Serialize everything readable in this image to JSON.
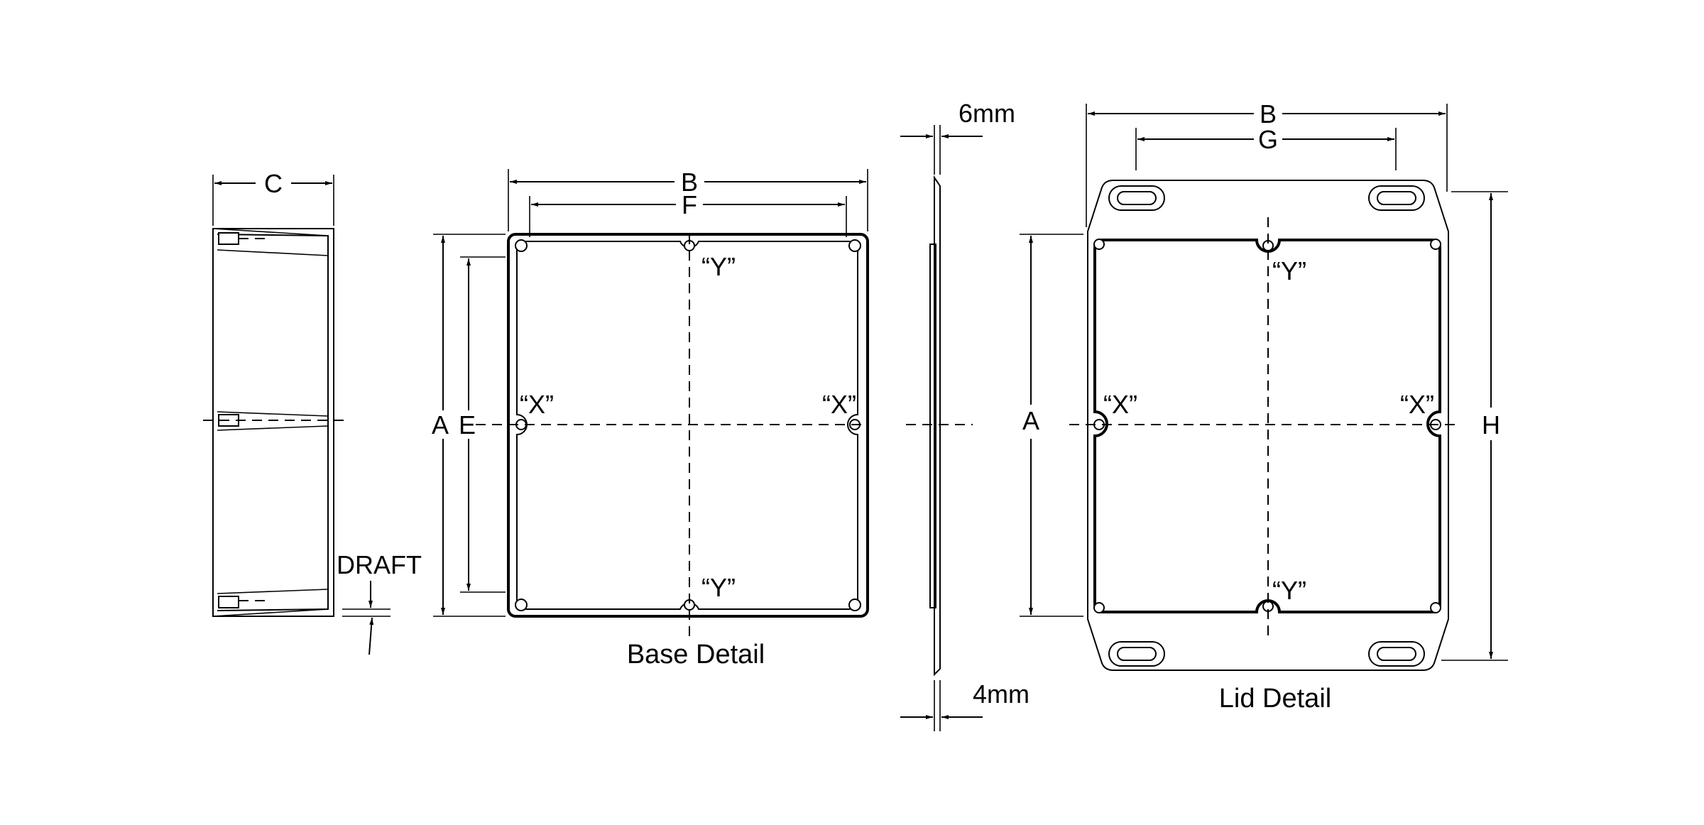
{
  "side_view": {
    "dim_c": "C",
    "draft_label": "DRAFT"
  },
  "base_detail": {
    "title": "Base Detail",
    "dim_b": "B",
    "dim_f": "F",
    "dim_a": "A",
    "dim_e": "E",
    "label_x": "“X”",
    "label_y": "“Y”"
  },
  "gasket": {
    "dim_top": "6mm",
    "dim_bottom": "4mm"
  },
  "lid_detail": {
    "title": "Lid Detail",
    "dim_b": "B",
    "dim_g": "G",
    "dim_a": "A",
    "dim_h": "H",
    "label_x": "“X”",
    "label_y": "“Y”"
  }
}
